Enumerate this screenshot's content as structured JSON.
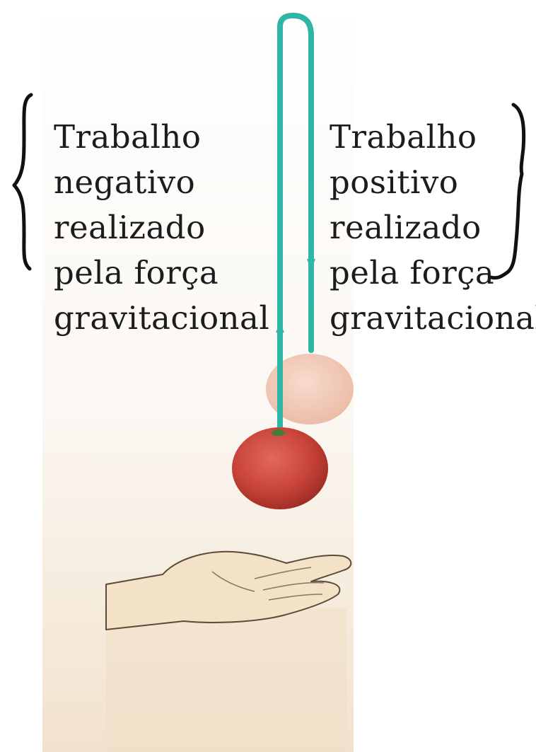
{
  "left_label": {
    "lines": [
      "Trabalho",
      "negativo",
      "realizado",
      "pela força",
      "gravitacional"
    ]
  },
  "right_label": {
    "lines": [
      "Trabalho",
      "positivo",
      "realizado",
      "pela força",
      "gravitacional"
    ]
  },
  "colors": {
    "trajectory": "#2fb5a6",
    "tomato": "#c9443a",
    "tomato_faded": "#efc5b3",
    "hand": "#f3e2c6",
    "hand_outline": "#5b4a3a",
    "bracket": "#111111"
  },
  "icons": {
    "tomato_current": "tomato-icon",
    "tomato_top": "tomato-faded-icon",
    "hand": "hand-icon"
  }
}
